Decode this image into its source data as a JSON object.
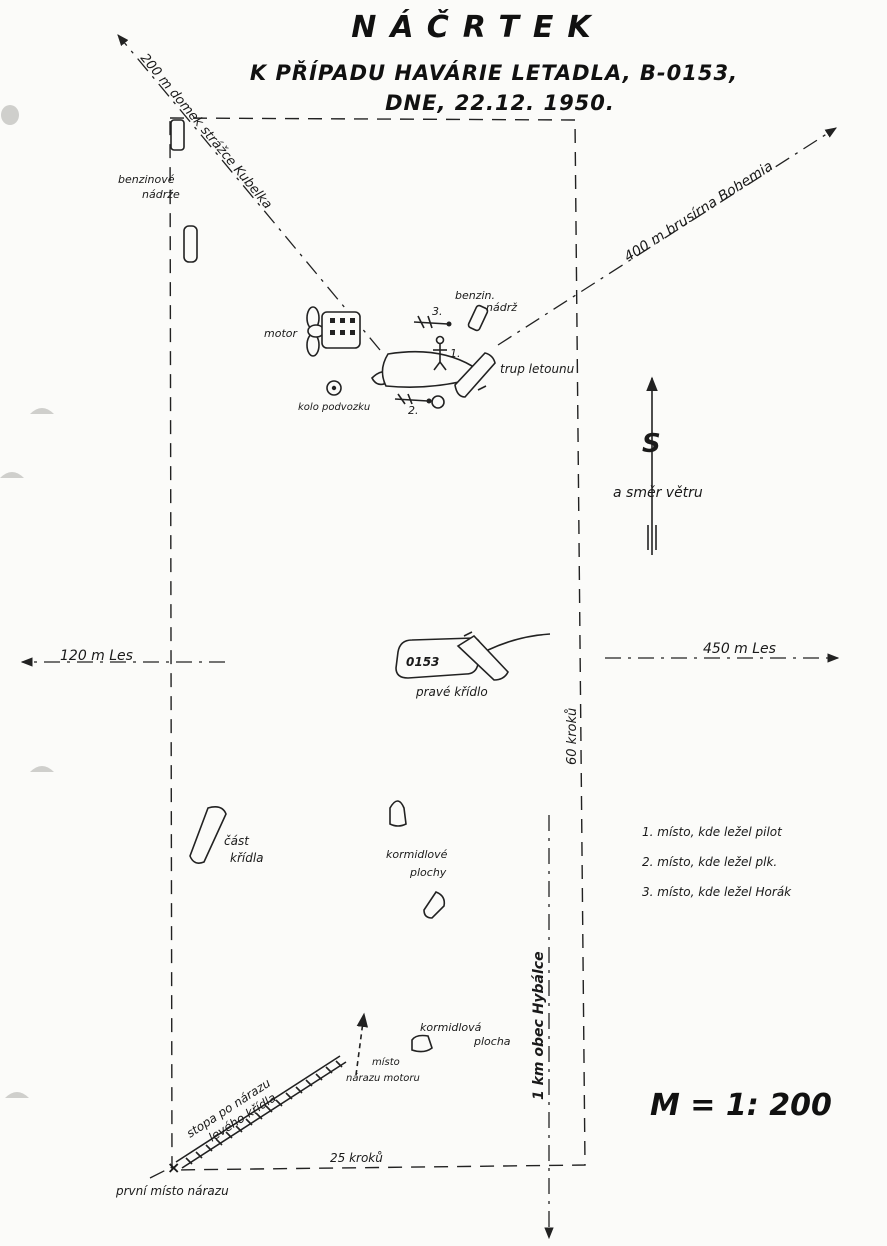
{
  "title": {
    "line1": "NÁČRTEK",
    "line2": "K PŘÍPADU HAVÁRIE LETADLA, B-0153,",
    "line3": "DNE, 22.12. 1950."
  },
  "directions": {
    "nw": "200 m domek strážce Kubelka",
    "ne": "400 m brusírna Bohemia",
    "west": "120 m Les",
    "east": "450 m Les",
    "south": "1 km obec Hybálce"
  },
  "north": {
    "letter": "S",
    "wind": "a směr větru"
  },
  "labels": {
    "tanks_left": [
      "benzinové",
      "nádrže"
    ],
    "tank_right": [
      "benzin.",
      "nádrž"
    ],
    "motor": "motor",
    "fuselage": "trup letounu",
    "wheel": "kolo podvozku",
    "right_wing": "pravé křídlo",
    "wing_id": "0153",
    "wing_part": [
      "část",
      "křídla"
    ],
    "rudders": [
      "kormidlové",
      "plochy"
    ],
    "rudder": [
      "kormidlová",
      "plocha"
    ],
    "engine_impact": [
      "místo",
      "nárazu motoru"
    ],
    "wing_trace": [
      "stopa po nárazu",
      "levého křídla"
    ],
    "first_impact": "první místo nárazu",
    "steps_60": "60 kroků",
    "steps_25": "25 kroků"
  },
  "persons": {
    "p1": "1.",
    "p2": "2.",
    "p3": "3."
  },
  "legend": [
    "1. místo, kde ležel pilot",
    "2. místo, kde ležel plk.",
    "3. místo, kde ležel Horák"
  ],
  "scale": "M = 1: 200"
}
